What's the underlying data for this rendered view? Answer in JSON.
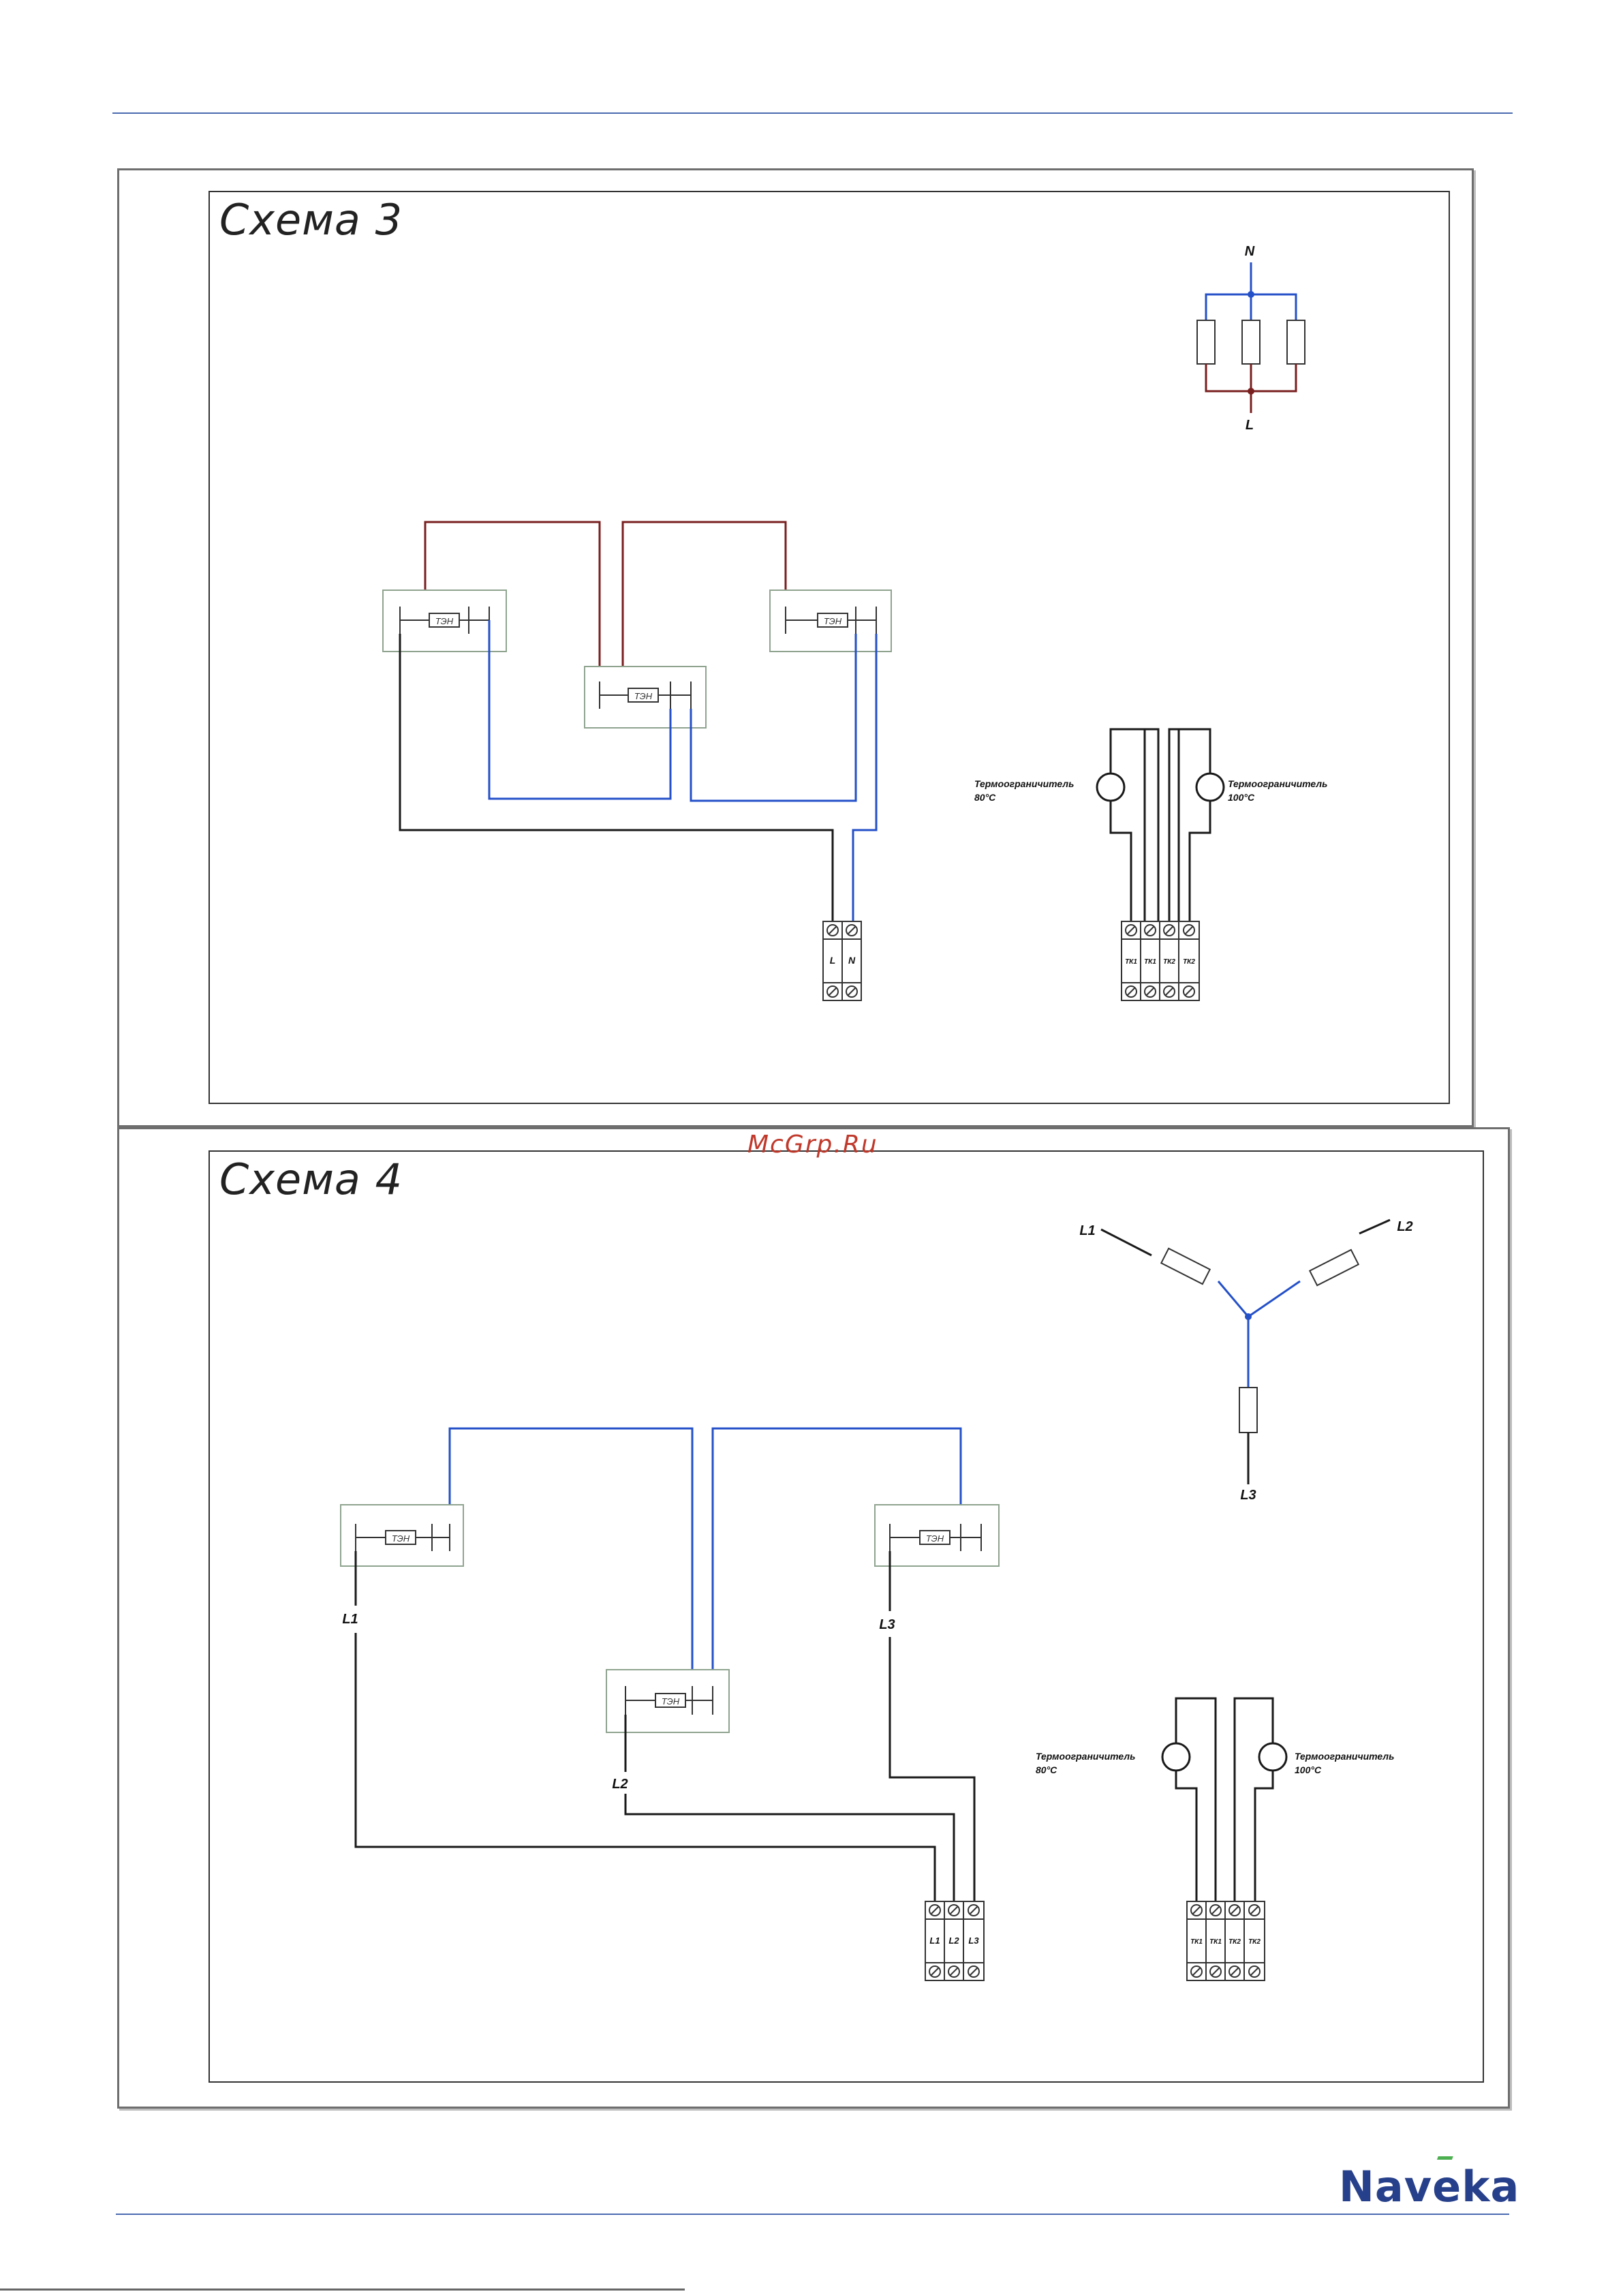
{
  "watermark": "McGrp.Ru",
  "logo": {
    "text": "Naveka",
    "pre": "Nav",
    "accent": "e",
    "post": "ka"
  },
  "schema3": {
    "title": "Схема 3",
    "star": {
      "top": "N",
      "bottom": "L"
    },
    "element_label": "ТЭН",
    "terminal": {
      "labels": [
        "L",
        "N"
      ]
    },
    "thermostat_block": {
      "left": {
        "line1": "Термоограничитель",
        "line2": "80°С"
      },
      "right": {
        "line1": "Термоограничитель",
        "line2": "100°С"
      },
      "terminal_labels": [
        "ТК1",
        "ТК1",
        "ТК2",
        "ТК2"
      ]
    }
  },
  "schema4": {
    "title": "Схема 4",
    "star": {
      "left": "L1",
      "right": "L2",
      "bottom": "L3"
    },
    "element_label": "ТЭН",
    "wire_labels": {
      "w1": "L1",
      "w2": "L2",
      "w3": "L3"
    },
    "terminal": {
      "labels": [
        "L1",
        "L2",
        "L3"
      ]
    },
    "thermostat_block": {
      "left": {
        "line1": "Термоограничитель",
        "line2": "80°С"
      },
      "right": {
        "line1": "Термоограничитель",
        "line2": "100°С"
      },
      "terminal_labels": [
        "ТК1",
        "ТК1",
        "ТК2",
        "ТК2"
      ]
    }
  },
  "colors": {
    "red_wire": "#7a1f1f",
    "blue_wire": "#2450c8",
    "black_wire": "#1a1a1a",
    "heater_box": "#8fa38f",
    "rule": "#4a6bb0"
  }
}
